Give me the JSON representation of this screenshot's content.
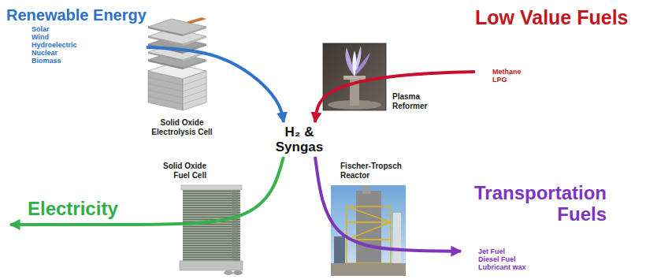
{
  "diagram": {
    "nodes": [
      {
        "text": [
          "Renewable Energy",
          "Solar",
          "Wind",
          "Hydroelectric",
          "Nuclear",
          "Biomass"
        ]
      },
      {
        "text": [
          "Low Value Fuels",
          "Methane",
          "LPG"
        ]
      },
      {
        "text": [
          "H₂ & Syngas"
        ]
      },
      {
        "text": [
          "Electricity"
        ]
      },
      {
        "text": [
          "Transportation Fuels",
          "Jet Fuel",
          "Diesel Fuel",
          "Lubricant wax"
        ]
      }
    ],
    "edges": [
      {
        "from": 0,
        "to": 2,
        "arrow": "to"
      },
      {
        "from": 1,
        "to": 2,
        "arrow": "to"
      },
      {
        "from": 2,
        "to": 3,
        "arrow": "to"
      },
      {
        "from": 2,
        "to": 4,
        "arrow": "to"
      }
    ],
    "labels": [
      "Solid Oxide Electrolysis Cell",
      "Plasma Reformer",
      "Solid Oxide Fuel Cell",
      "Fischer-Tropsch Reactor"
    ]
  }
}
